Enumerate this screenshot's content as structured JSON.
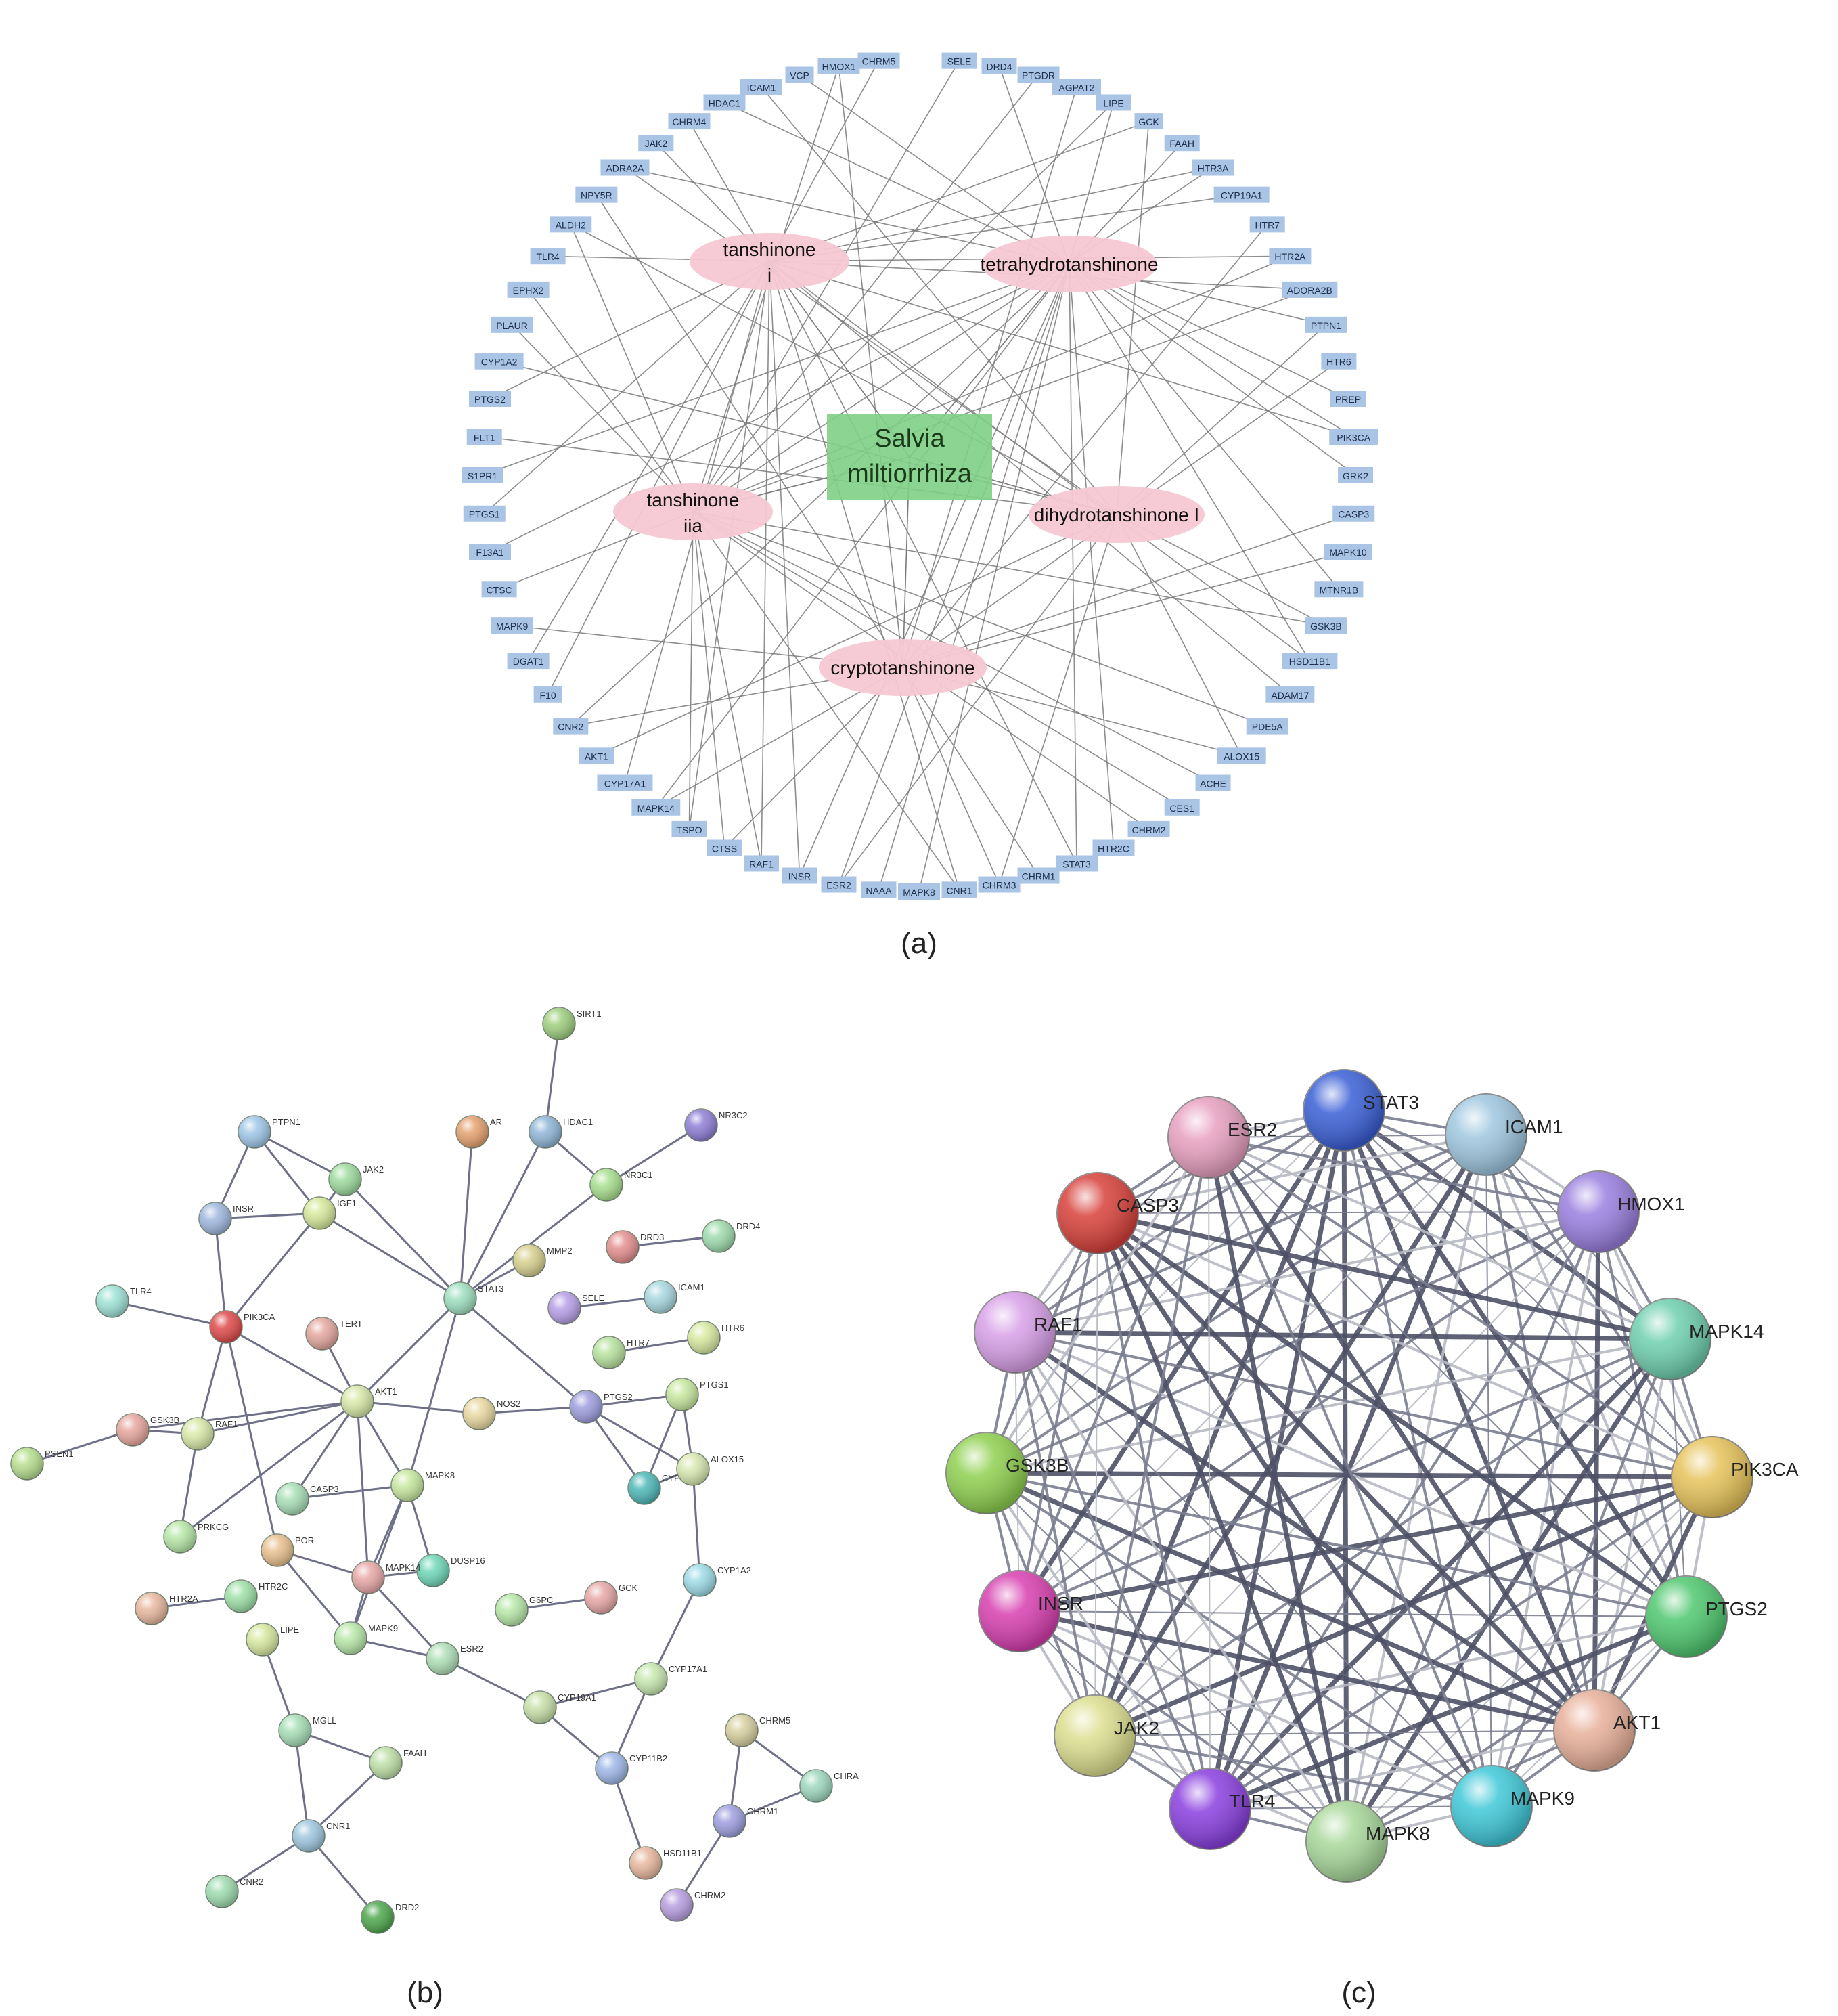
{
  "panel_a": {
    "caption": "(a)",
    "center_label_line1": "Salvia",
    "center_label_line2": "miltiorrhiza",
    "compounds": [
      {
        "id": "tan1",
        "label_lines": [
          "tanshinone",
          "i"
        ]
      },
      {
        "id": "tetra",
        "label_lines": [
          "tetrahydrotanshinone"
        ]
      },
      {
        "id": "tan2a",
        "label_lines": [
          "tanshinone",
          "iia"
        ]
      },
      {
        "id": "dihydro",
        "label_lines": [
          "dihydrotanshinone  I"
        ]
      },
      {
        "id": "crypto",
        "label_lines": [
          "cryptotanshinone"
        ]
      }
    ],
    "targets": [
      "SELE",
      "DRD4",
      "PTGDR",
      "AGPAT2",
      "LIPE",
      "GCK",
      "FAAH",
      "HTR3A",
      "CYP19A1",
      "HTR7",
      "HTR2A",
      "ADORA2B",
      "PTPN1",
      "HTR6",
      "PREP",
      "PIK3CA",
      "GRK2",
      "CASP3",
      "MAPK10",
      "MTNR1B",
      "GSK3B",
      "HSD11B1",
      "ADAM17",
      "PDE5A",
      "ALOX15",
      "ACHE",
      "CES1",
      "CHRM2",
      "HTR2C",
      "STAT3",
      "CHRM1",
      "CHRM3",
      "CNR1",
      "MAPK8",
      "NAAA",
      "ESR2",
      "INSR",
      "RAF1",
      "CTSS",
      "TSPO",
      "MAPK14",
      "CYP17A1",
      "AKT1",
      "CNR2",
      "F10",
      "DGAT1",
      "MAPK9",
      "CTSC",
      "F13A1",
      "PTGS1",
      "S1PR1",
      "FLT1",
      "PTGS2",
      "CYP1A2",
      "PLAUR",
      "EPHX2",
      "TLR4",
      "ALDH2",
      "NPY5R",
      "ADRA2A",
      "JAK2",
      "CHRM4",
      "HDAC1",
      "ICAM1",
      "VCP",
      "HMOX1",
      "CHRM5"
    ]
  },
  "panel_b": {
    "caption": "(b)",
    "nodes": [
      {
        "id": "SIRT1",
        "color": "#9fcf7f"
      },
      {
        "id": "AR",
        "color": "#e5a16f"
      },
      {
        "id": "HDAC1",
        "color": "#8fb6d8"
      },
      {
        "id": "NR3C2",
        "color": "#8f7fd6"
      },
      {
        "id": "PTPN1",
        "color": "#9fc7e8"
      },
      {
        "id": "JAK2",
        "color": "#9fdb9f"
      },
      {
        "id": "NR3C1",
        "color": "#a8e08f"
      },
      {
        "id": "IGF1",
        "color": "#d7e89a"
      },
      {
        "id": "INSR",
        "color": "#9fb8df"
      },
      {
        "id": "DRD3",
        "color": "#e58f8f"
      },
      {
        "id": "DRD4",
        "color": "#9fdcae"
      },
      {
        "id": "MMP2",
        "color": "#d8d08f"
      },
      {
        "id": "STAT3",
        "color": "#9fe0c0"
      },
      {
        "id": "TLR4",
        "color": "#9fe3d7"
      },
      {
        "id": "SELE",
        "color": "#b89fe8"
      },
      {
        "id": "ICAM1",
        "color": "#a8d8e0"
      },
      {
        "id": "PIK3CA",
        "color": "#e04a4a"
      },
      {
        "id": "TERT",
        "color": "#e5a89f"
      },
      {
        "id": "HTR7",
        "color": "#b8e29f"
      },
      {
        "id": "HTR6",
        "color": "#d8e89f"
      },
      {
        "id": "AKT1",
        "color": "#d8e8a8"
      },
      {
        "id": "NOS2",
        "color": "#e8d8a0"
      },
      {
        "id": "PTGS2",
        "color": "#9f9fe0"
      },
      {
        "id": "PTGS1",
        "color": "#c8e89f"
      },
      {
        "id": "GSK3B",
        "color": "#e8a89f"
      },
      {
        "id": "RAF1",
        "color": "#d8e8a8"
      },
      {
        "id": "PSEN1",
        "color": "#b8df8f"
      },
      {
        "id": "CYP",
        "color": "#4fb8b8"
      },
      {
        "id": "ALOX15",
        "color": "#d8e8b0"
      },
      {
        "id": "MAPK8",
        "color": "#c8e89f"
      },
      {
        "id": "CASP3",
        "color": "#a8e0b8"
      },
      {
        "id": "PRKCG",
        "color": "#b8e8a8"
      },
      {
        "id": "POR",
        "color": "#e8c08f"
      },
      {
        "id": "DUSP16",
        "color": "#6fd8b8"
      },
      {
        "id": "MAPK14",
        "color": "#e8a8a8"
      },
      {
        "id": "HTR2C",
        "color": "#9fe0a8"
      },
      {
        "id": "HTR2A",
        "color": "#e8b89f"
      },
      {
        "id": "G6PC",
        "color": "#b8e8a8"
      },
      {
        "id": "GCK",
        "color": "#e8a8a8"
      },
      {
        "id": "CYP1A2",
        "color": "#9fdce8"
      },
      {
        "id": "LIPE",
        "color": "#d8e8a0"
      },
      {
        "id": "MAPK9",
        "color": "#b8e8a8"
      },
      {
        "id": "ESR2",
        "color": "#b0e0b8"
      },
      {
        "id": "CYP19A1",
        "color": "#c8e0a8"
      },
      {
        "id": "CYP17A1",
        "color": "#c8e8b0"
      },
      {
        "id": "MGLL",
        "color": "#a8e0b8"
      },
      {
        "id": "CHRM5",
        "color": "#d8d0a0"
      },
      {
        "id": "FAAH",
        "color": "#c0e0a8"
      },
      {
        "id": "CYP11B2",
        "color": "#9fb8e8"
      },
      {
        "id": "CHRA",
        "color": "#9fd8c0"
      },
      {
        "id": "CHRM1",
        "color": "#9f9fe0"
      },
      {
        "id": "CNR1",
        "color": "#9fc8e0"
      },
      {
        "id": "HSD11B1",
        "color": "#e8b89f"
      },
      {
        "id": "CHRM2",
        "color": "#b89fe0"
      },
      {
        "id": "CNR2",
        "color": "#9fdcb0"
      },
      {
        "id": "DRD2",
        "color": "#4fa84f"
      }
    ]
  },
  "panel_c": {
    "caption": "(c)",
    "nodes": [
      {
        "id": "STAT3",
        "color": "#3a5fd6"
      },
      {
        "id": "ICAM1",
        "color": "#9fc7e0"
      },
      {
        "id": "HMOX1",
        "color": "#9a7fe0"
      },
      {
        "id": "MAPK14",
        "color": "#6fd0b0"
      },
      {
        "id": "PIK3CA",
        "color": "#e6c35a"
      },
      {
        "id": "PTGS2",
        "color": "#4fc86f"
      },
      {
        "id": "AKT1",
        "color": "#e8b09a"
      },
      {
        "id": "MAPK9",
        "color": "#3fc8d8"
      },
      {
        "id": "MAPK8",
        "color": "#a8d89a"
      },
      {
        "id": "TLR4",
        "color": "#8a3fe0"
      },
      {
        "id": "JAK2",
        "color": "#dcdf8f"
      },
      {
        "id": "INSR",
        "color": "#d83fb0"
      },
      {
        "id": "GSK3B",
        "color": "#8fd04f"
      },
      {
        "id": "RAF1",
        "color": "#d8a0e8"
      },
      {
        "id": "CASP3",
        "color": "#d8403a"
      },
      {
        "id": "ESR2",
        "color": "#e8a0c0"
      }
    ]
  }
}
